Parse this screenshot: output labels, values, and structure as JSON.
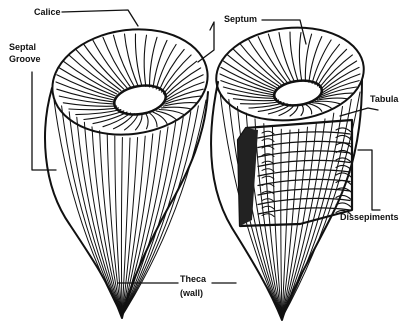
{
  "diagram": {
    "labels": {
      "calice": "Calice",
      "septal_groove_line1": "Septal",
      "septal_groove_line2": "Groove",
      "septum": "Septum",
      "tabula": "Tabula",
      "dissepiments": "Dissepiments",
      "theca_line1": "Theca",
      "theca_line2": "(wall)"
    }
  }
}
